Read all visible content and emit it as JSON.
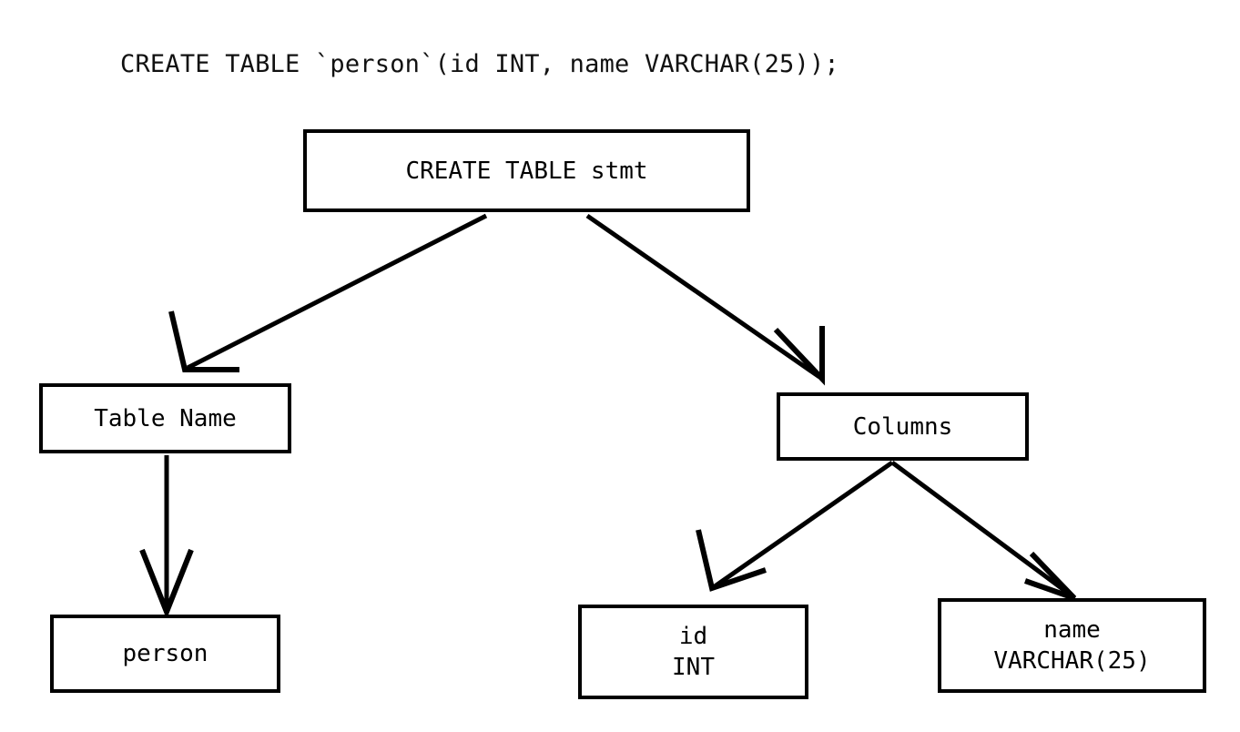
{
  "diagram": {
    "type": "parse-tree",
    "caption": "CREATE TABLE `person`(id INT, name VARCHAR(25));",
    "stroke_color": "#000000",
    "background_color": "#ffffff",
    "nodes": [
      {
        "id": "root",
        "label": "CREATE TABLE stmt",
        "lines": [
          "CREATE TABLE stmt"
        ]
      },
      {
        "id": "table_name",
        "label": "Table Name",
        "lines": [
          "Table Name"
        ]
      },
      {
        "id": "columns",
        "label": "Columns",
        "lines": [
          "Columns"
        ]
      },
      {
        "id": "person",
        "label": "person",
        "lines": [
          "person"
        ]
      },
      {
        "id": "col_id",
        "label": "id INT",
        "lines": [
          "id",
          "INT"
        ]
      },
      {
        "id": "col_name",
        "label": "name VARCHAR(25)",
        "lines": [
          "name",
          "VARCHAR(25)"
        ]
      }
    ],
    "edges": [
      {
        "from": "root",
        "to": "table_name",
        "arrowhead": "open-v"
      },
      {
        "from": "root",
        "to": "columns",
        "arrowhead": "open-v"
      },
      {
        "from": "table_name",
        "to": "person",
        "arrowhead": "open-v"
      },
      {
        "from": "columns",
        "to": "col_id",
        "arrowhead": "open-v"
      },
      {
        "from": "columns",
        "to": "col_name",
        "arrowhead": "open-v"
      }
    ]
  }
}
